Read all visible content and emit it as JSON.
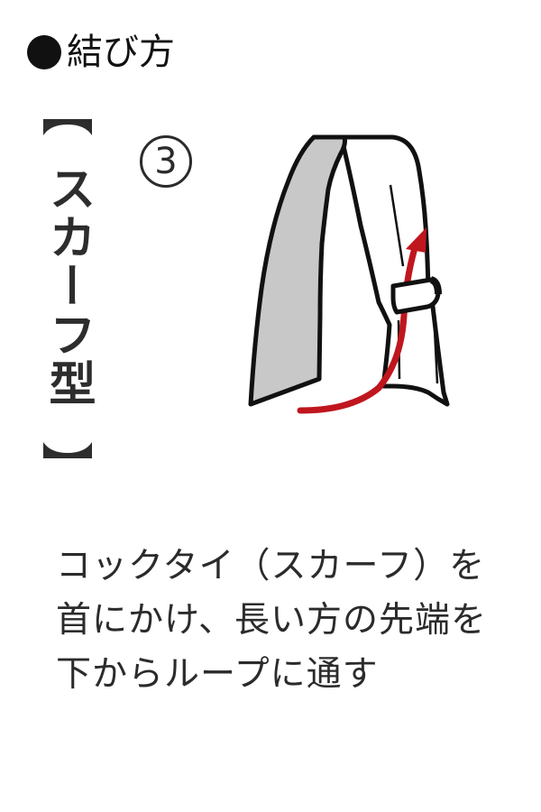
{
  "heading": {
    "bullet_icon": "black-circle",
    "title": "結び方"
  },
  "side_label": {
    "open_bracket": "【",
    "text": "スカーフ型",
    "close_bracket": "】"
  },
  "step": {
    "number": "3",
    "symbol": "③"
  },
  "illustration": {
    "description": "Scarf-type cook tie hung around neck, long end passed up through loop",
    "colors": {
      "outline": "#111111",
      "inner_fabric": "#c8c8c8",
      "outer_fabric": "#ffffff",
      "arrow": "#c0161e"
    }
  },
  "instruction": {
    "lines": [
      "コックタイ（スカーフ）を",
      "首にかけ、長い方の先端を",
      "下からループに通す"
    ]
  }
}
